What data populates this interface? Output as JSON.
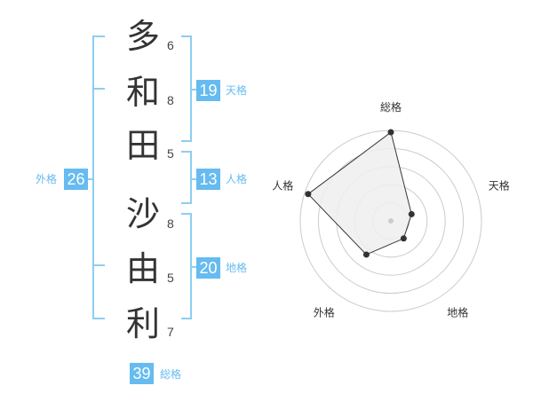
{
  "name": {
    "characters": [
      {
        "char": "多",
        "strokes": "6"
      },
      {
        "char": "和",
        "strokes": "8"
      },
      {
        "char": "田",
        "strokes": "5"
      },
      {
        "char": "沙",
        "strokes": "8"
      },
      {
        "char": "由",
        "strokes": "5"
      },
      {
        "char": "利",
        "strokes": "7"
      }
    ]
  },
  "scores": {
    "tenkaku": {
      "value": "19",
      "label": "天格"
    },
    "jinkaku": {
      "value": "13",
      "label": "人格"
    },
    "chikaku": {
      "value": "20",
      "label": "地格"
    },
    "gaikaku": {
      "value": "26",
      "label": "外格"
    },
    "soukaku": {
      "value": "39",
      "label": "総格"
    }
  },
  "colors": {
    "accent": "#66bbf0",
    "bracket": "#8ecdf2",
    "text": "#333333",
    "radar_fill": "#eeeeee",
    "radar_ring": "#cccccc"
  },
  "chart_data": {
    "type": "radar",
    "axes": [
      "総格",
      "天格",
      "地格",
      "外格",
      "人格"
    ],
    "values": [
      4.9,
      1.2,
      1.2,
      2.3,
      4.8
    ],
    "max": 5,
    "rings": 5,
    "center_marker": true
  }
}
